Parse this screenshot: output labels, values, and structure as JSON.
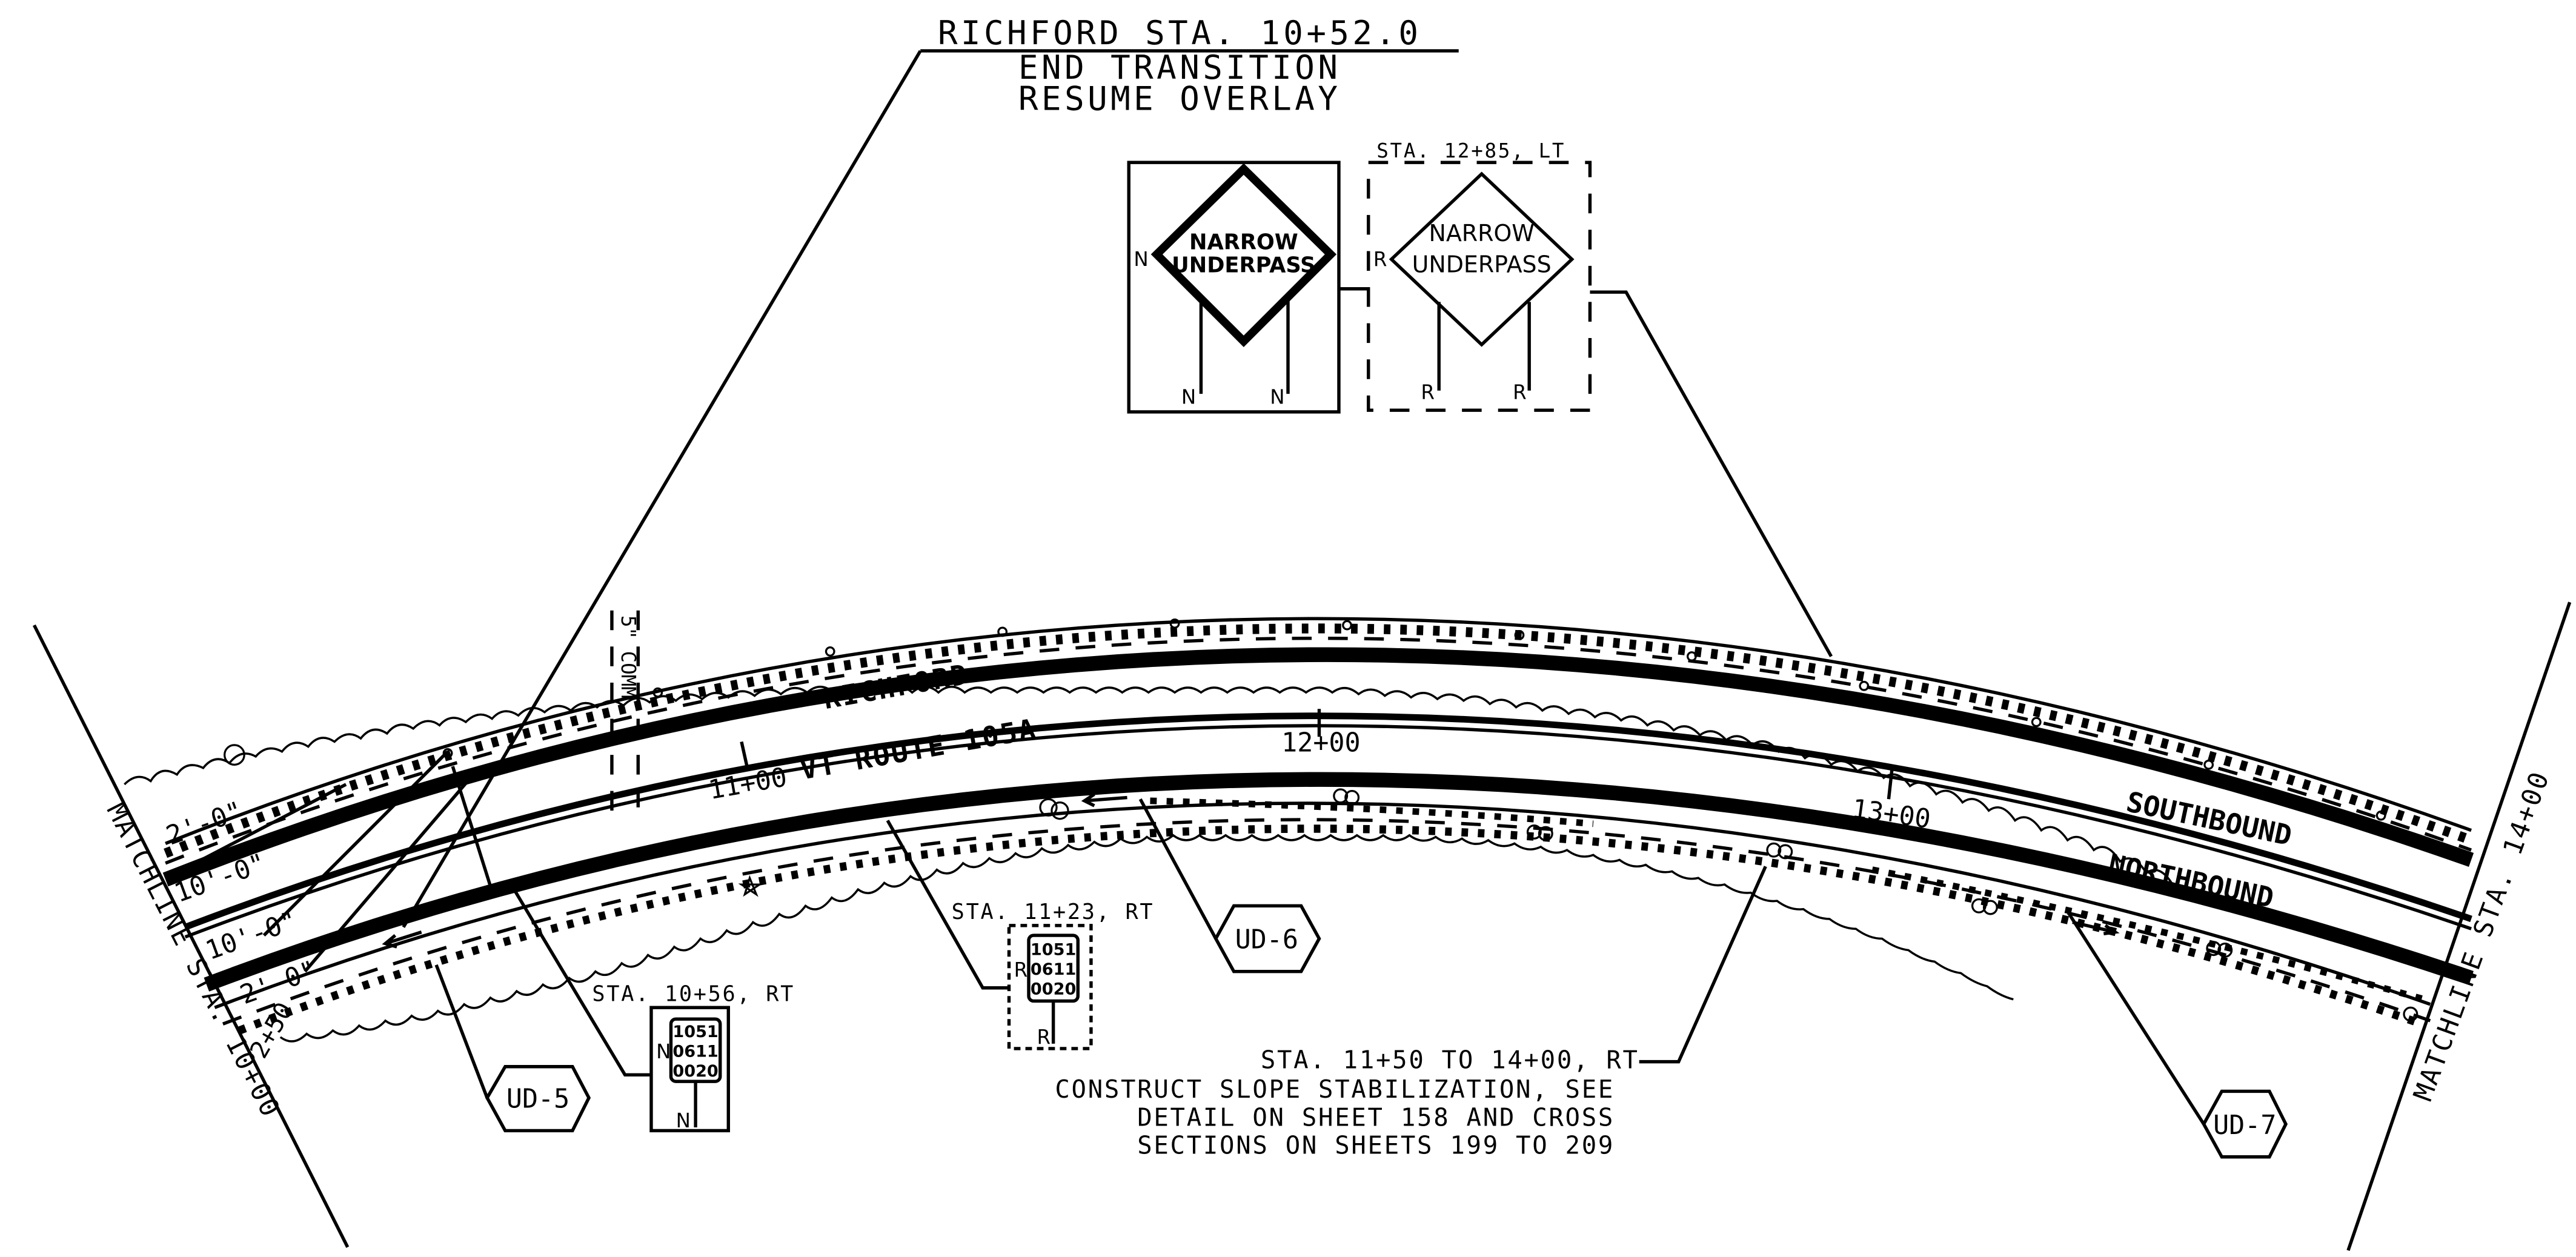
{
  "title_block": {
    "line1": "RICHFORD STA. 10+52.0",
    "line2": "END TRANSITION",
    "line3": "RESUME OVERLAY"
  },
  "signs": {
    "existing": {
      "text1": "NARROW",
      "text2": "UNDERPASS",
      "mark_left": "N",
      "post_left": "N",
      "post_right": "N"
    },
    "proposed": {
      "station": "STA. 12+85, LT",
      "text1": "NARROW",
      "text2": "UNDERPASS",
      "mark_left": "R",
      "post_left": "R",
      "post_right": "R"
    },
    "route_marker_1123": {
      "station": "STA. 11+23, RT",
      "l1": "1051",
      "l2": "0611",
      "l3": "0020",
      "mark_left": "R",
      "post": "R"
    },
    "route_marker_1056": {
      "station": "STA. 10+56, RT",
      "l1": "1051",
      "l2": "0611",
      "l3": "0020",
      "mark_left": "N",
      "post": "N"
    }
  },
  "road": {
    "town": "RICHFORD",
    "route": "VT ROUTE 105A",
    "southbound": "SOUTHBOUND",
    "northbound": "NORTHBOUND",
    "stations": [
      "11+00",
      "12+00",
      "13+00",
      "2+50"
    ],
    "widths": [
      "2'-0\"",
      "10'-0\"",
      "10'-0\"",
      "2'-0\""
    ],
    "comm": "5\" COMM"
  },
  "matchlines": {
    "left": "MATCHLINE STA. 10+00",
    "right": "MATCHLINE STA. 14+00"
  },
  "underdrains": [
    "UD-5",
    "UD-6",
    "UD-7"
  ],
  "note": {
    "l1": "STA. 11+50 TO 14+00, RT",
    "l2": "CONSTRUCT SLOPE STABILIZATION, SEE",
    "l3": "DETAIL ON SHEET 158 AND CROSS",
    "l4": "SECTIONS ON SHEETS 199 TO 209"
  }
}
